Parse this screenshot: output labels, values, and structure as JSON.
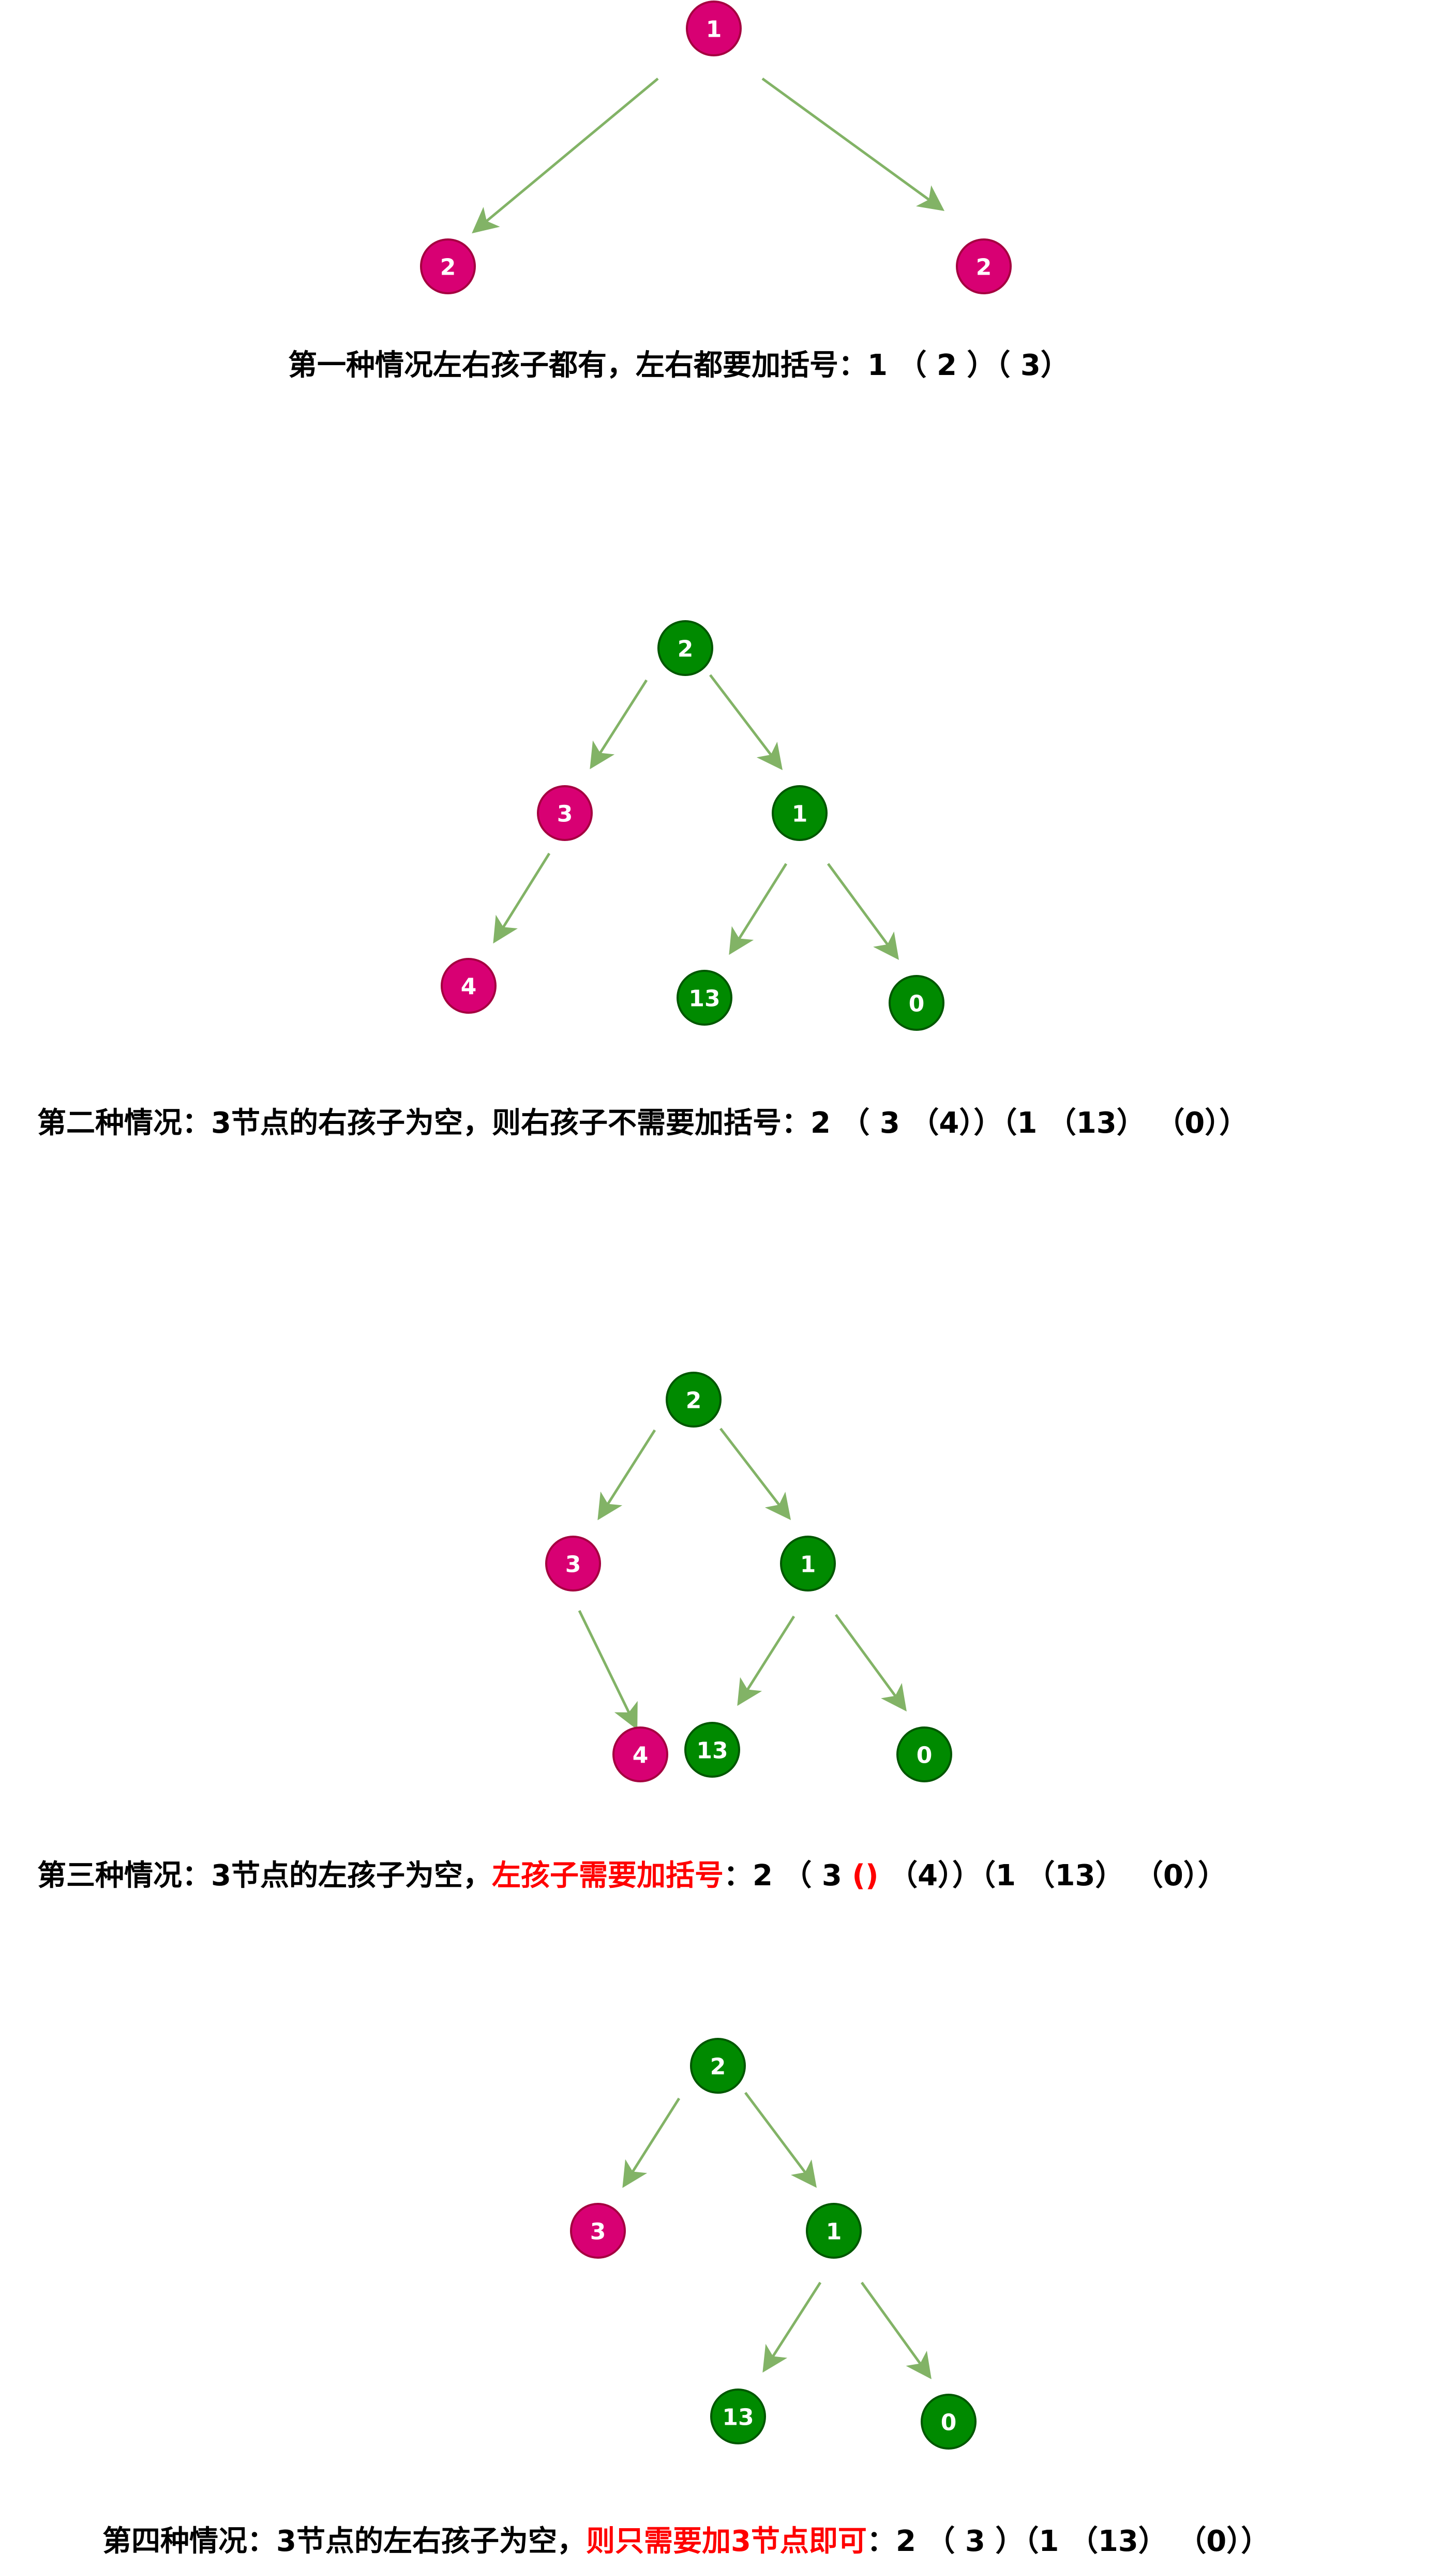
{
  "colors": {
    "pink_fill": "#d80073",
    "pink_stroke": "#a50040",
    "green_fill": "#008a00",
    "green_stroke": "#005700",
    "edge": "#82b366",
    "highlight": "#ff0000"
  },
  "diagrams": [
    {
      "id": "case1",
      "nodes": [
        {
          "id": "n1",
          "label": "1",
          "color": "pink"
        },
        {
          "id": "n2",
          "label": "2",
          "color": "pink"
        },
        {
          "id": "n3",
          "label": "2",
          "color": "pink"
        }
      ],
      "edges": [
        [
          "n1",
          "n2"
        ],
        [
          "n1",
          "n3"
        ]
      ],
      "caption": [
        {
          "text": "第一种情况左右孩子都有，左右都要加括号：1 （ 2 ）（ 3）",
          "highlight": false
        }
      ]
    },
    {
      "id": "case2",
      "nodes": [
        {
          "id": "a",
          "label": "2",
          "color": "green"
        },
        {
          "id": "b",
          "label": "3",
          "color": "pink"
        },
        {
          "id": "c",
          "label": "1",
          "color": "green"
        },
        {
          "id": "d",
          "label": "4",
          "color": "pink"
        },
        {
          "id": "e",
          "label": "13",
          "color": "green"
        },
        {
          "id": "f",
          "label": "0",
          "color": "green"
        }
      ],
      "edges": [
        [
          "a",
          "b"
        ],
        [
          "a",
          "c"
        ],
        [
          "b",
          "d"
        ],
        [
          "c",
          "e"
        ],
        [
          "c",
          "f"
        ]
      ],
      "caption": [
        {
          "text": "第二种情况：3节点的右孩子为空，则右孩子不需要加括号：2 （ 3 （4））（1 （13） （0））",
          "highlight": false
        }
      ]
    },
    {
      "id": "case3",
      "nodes": [
        {
          "id": "a",
          "label": "2",
          "color": "green"
        },
        {
          "id": "b",
          "label": "3",
          "color": "pink"
        },
        {
          "id": "c",
          "label": "1",
          "color": "green"
        },
        {
          "id": "d",
          "label": "4",
          "color": "pink"
        },
        {
          "id": "e",
          "label": "13",
          "color": "green"
        },
        {
          "id": "f",
          "label": "0",
          "color": "green"
        }
      ],
      "edges": [
        [
          "a",
          "b"
        ],
        [
          "a",
          "c"
        ],
        [
          "b",
          "d"
        ],
        [
          "c",
          "e"
        ],
        [
          "c",
          "f"
        ]
      ],
      "caption": [
        {
          "text": "第三种情况：3节点的左孩子为空，",
          "highlight": false
        },
        {
          "text": "左孩子需要加括号",
          "highlight": true
        },
        {
          "text": "：2 （ 3 ",
          "highlight": false
        },
        {
          "text": "()",
          "highlight": true
        },
        {
          "text": " （4））（1 （13） （0））",
          "highlight": false
        }
      ]
    },
    {
      "id": "case4",
      "nodes": [
        {
          "id": "a",
          "label": "2",
          "color": "green"
        },
        {
          "id": "b",
          "label": "3",
          "color": "pink"
        },
        {
          "id": "c",
          "label": "1",
          "color": "green"
        },
        {
          "id": "e",
          "label": "13",
          "color": "green"
        },
        {
          "id": "f",
          "label": "0",
          "color": "green"
        }
      ],
      "edges": [
        [
          "a",
          "b"
        ],
        [
          "a",
          "c"
        ],
        [
          "c",
          "e"
        ],
        [
          "c",
          "f"
        ]
      ],
      "caption": [
        {
          "text": "第四种情况：3节点的左右孩子为空，",
          "highlight": false
        },
        {
          "text": "则只需要加3节点即可",
          "highlight": true
        },
        {
          "text": "：2 （ 3 ）（1 （13） （0））",
          "highlight": false
        }
      ]
    }
  ]
}
